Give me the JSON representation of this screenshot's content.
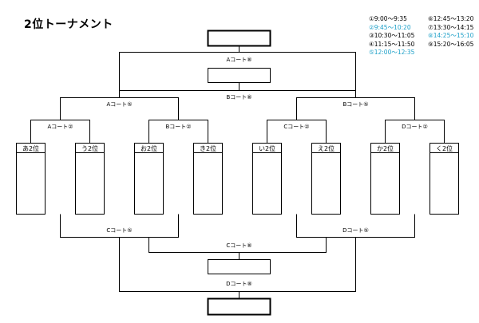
{
  "title": "2位トーナメント",
  "schedule": [
    {
      "label": "①9:00〜9:35",
      "color": "#000000"
    },
    {
      "label": "⑥12:45〜13:20",
      "color": "#000000"
    },
    {
      "label": "②9:45〜10:20",
      "color": "#1ea0c8"
    },
    {
      "label": "⑦13:30〜14:15",
      "color": "#000000"
    },
    {
      "label": "③10:30〜11:05",
      "color": "#000000"
    },
    {
      "label": "⑧14:25〜15:10",
      "color": "#1ea0c8"
    },
    {
      "label": "④11:15〜11:50",
      "color": "#000000"
    },
    {
      "label": "⑨15:20〜16:05",
      "color": "#000000"
    },
    {
      "label": "⑤12:00〜12:35",
      "color": "#1ea0c8"
    }
  ],
  "teams": [
    "あ2位",
    "う2位",
    "お2位",
    "き2位",
    "い2位",
    "え2位",
    "か2位",
    "く2位"
  ],
  "round1_labels": [
    "Aコート②",
    "Bコート②",
    "Cコート②",
    "Dコート②"
  ],
  "round2_labels": [
    "Aコート⑤",
    "Bコート⑤"
  ],
  "upper_semi_label": "Bコート⑧",
  "upper_final_label": "Aコート⑧",
  "lower_round_labels": [
    "Cコート⑤",
    "Dコート⑤"
  ],
  "lower_semi_label": "Cコート⑧",
  "lower_final_label": "Dコート⑧"
}
